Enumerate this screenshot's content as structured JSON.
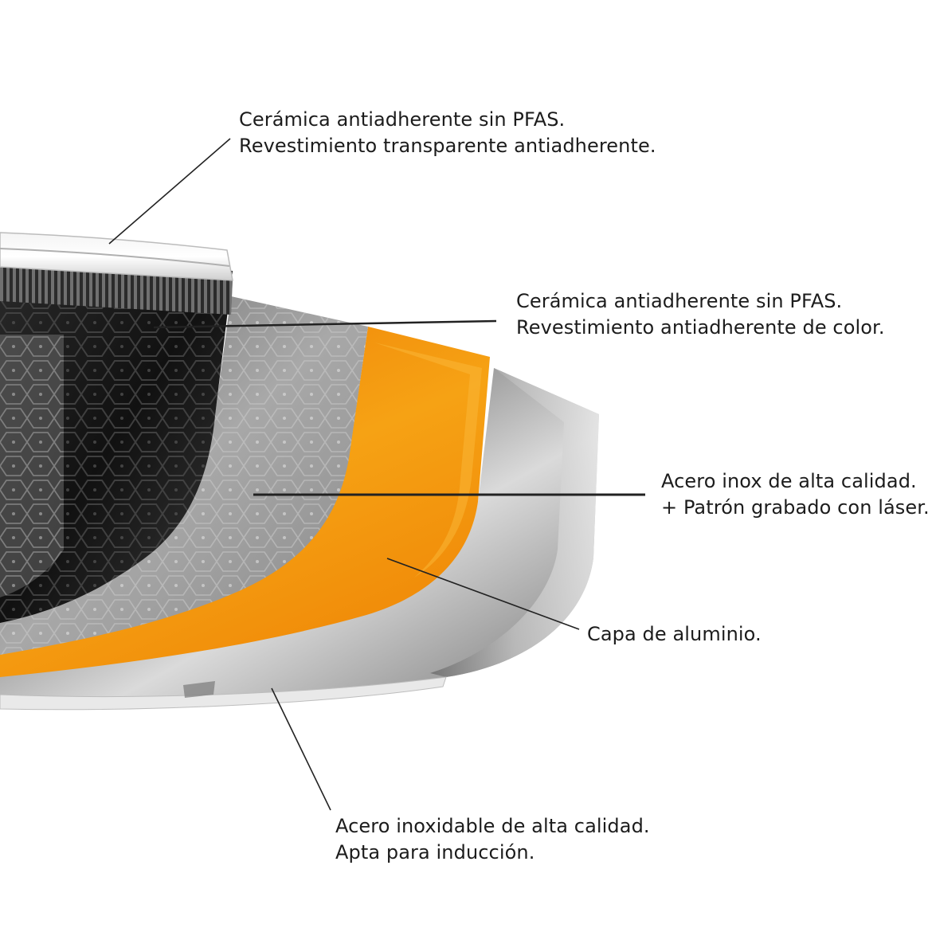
{
  "callouts": [
    {
      "line1": "Cerámica antiadherente sin PFAS.",
      "line2": "Revestimiento transparente antiadherente."
    },
    {
      "line1": "Cerámica antiadherente sin PFAS.",
      "line2": "Revestimiento antiadherente de color."
    },
    {
      "line1": "Acero inox de alta calidad.",
      "line2": "+ Patrón grabado con láser."
    },
    {
      "line1": "Capa de aluminio."
    },
    {
      "line1": "Acero inoxidable de alta calidad.",
      "line2": "Apta para inducción."
    }
  ],
  "colors": {
    "aluminium_layer": "#f39a0f",
    "dark_coating": "#1b1b1b",
    "steel_texture": "#9a9a9a",
    "outer_steel": "#b9b9b9",
    "leader_line": "#222222",
    "text": "#1c1c1c"
  }
}
